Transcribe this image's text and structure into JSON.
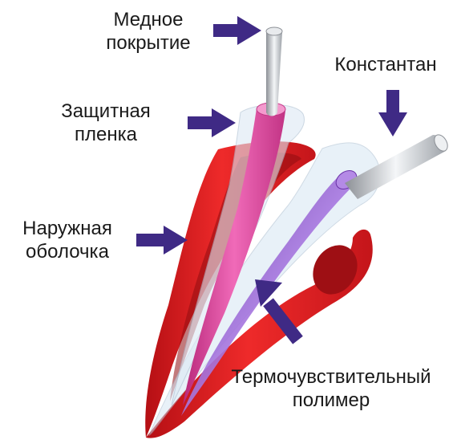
{
  "labels": {
    "copper": {
      "line1": "Медное",
      "line2": "покрытие"
    },
    "constantan": {
      "line1": "Константан"
    },
    "film": {
      "line1": "Защитная",
      "line2": "пленка"
    },
    "jacket": {
      "line1": "Наружная",
      "line2": "оболочка"
    },
    "polymer": {
      "line1": "Термочувствительный",
      "line2": "полимер"
    }
  },
  "colors": {
    "arrow": "#3f2a85",
    "jacket": "#e3181d",
    "copper_wire": "#e0409a",
    "constantan_wire": "#8a44c4",
    "metal": "#c8ccd2"
  }
}
